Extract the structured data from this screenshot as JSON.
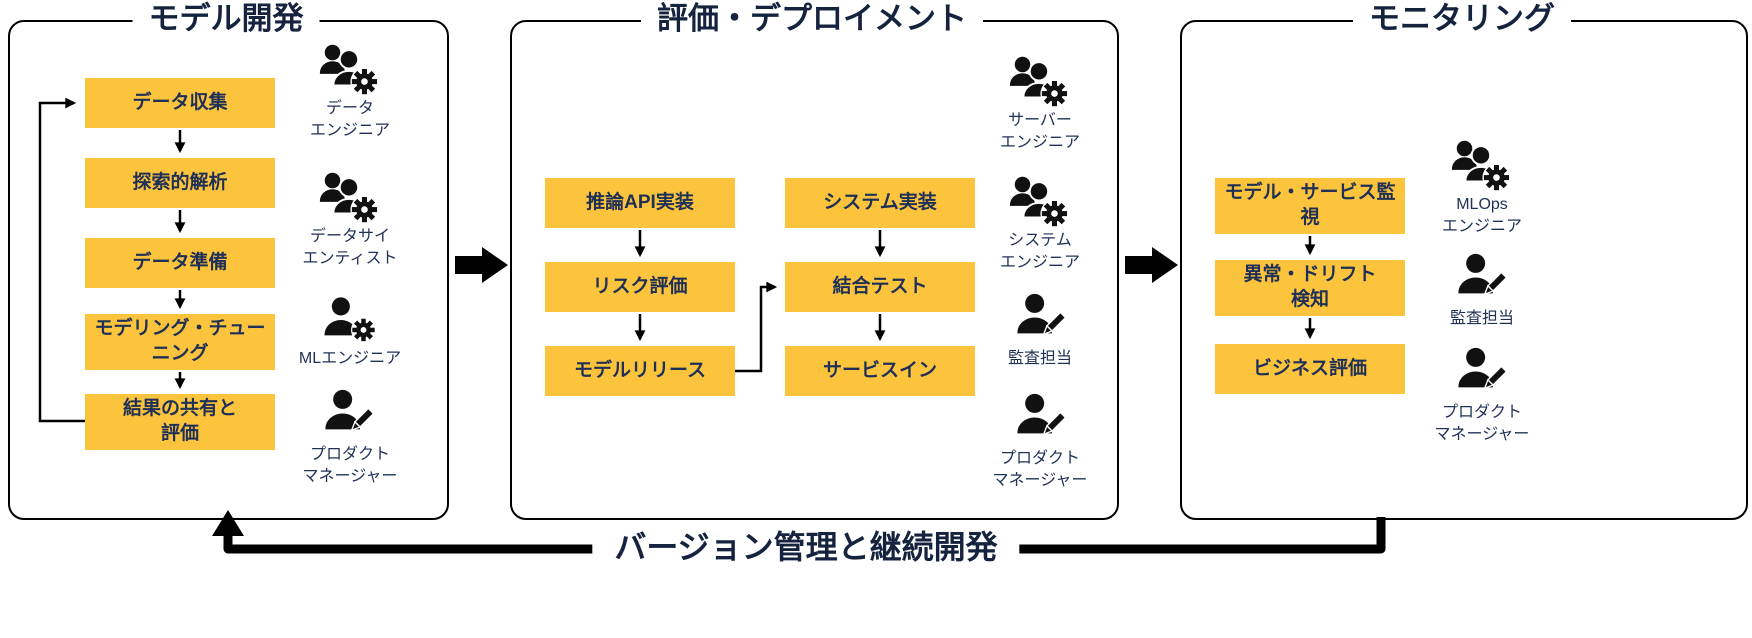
{
  "colors": {
    "box_fill": "#FCC33C",
    "text": "#1F3057",
    "title_text": "#15233F",
    "icon": "#111111",
    "arrow": "#000000"
  },
  "panels": [
    {
      "title": "モデル開発",
      "steps": [
        "データ収集",
        "探索的解析",
        "データ準備",
        "モデリング・チュー\nニング",
        "結果の共有と\n評価"
      ],
      "roles": [
        {
          "icon": "people-gear-icon",
          "label": "データ\nエンジニア"
        },
        {
          "icon": "people-gear-icon",
          "label": "データサイ\nエンティスト"
        },
        {
          "icon": "person-gear-icon",
          "label": "MLエンジニア"
        },
        {
          "icon": "person-pencil-icon",
          "label": "プロダクト\nマネージャー"
        }
      ]
    },
    {
      "title": "評価・デプロイメント",
      "steps_left": [
        "推論API実装",
        "リスク評価",
        "モデルリリース"
      ],
      "steps_right": [
        "システム実装",
        "結合テスト",
        "サービスイン"
      ],
      "roles": [
        {
          "icon": "people-gear-icon",
          "label": "サーバー\nエンジニア"
        },
        {
          "icon": "people-gear-icon",
          "label": "システム\nエンジニア"
        },
        {
          "icon": "person-pencil-icon",
          "label": "監査担当"
        },
        {
          "icon": "person-pencil-icon",
          "label": "プロダクト\nマネージャー"
        }
      ]
    },
    {
      "title": "モニタリング",
      "steps": [
        "モデル・サービス監\n視",
        "異常・ドリフト\n検知",
        "ビジネス評価"
      ],
      "roles": [
        {
          "icon": "people-gear-icon",
          "label": "MLOps\nエンジニア"
        },
        {
          "icon": "person-pencil-icon",
          "label": "監査担当"
        },
        {
          "icon": "person-pencil-icon",
          "label": "プロダクト\nマネージャー"
        }
      ]
    }
  ],
  "footer": {
    "loop_label": "バージョン管理と継続開発"
  }
}
